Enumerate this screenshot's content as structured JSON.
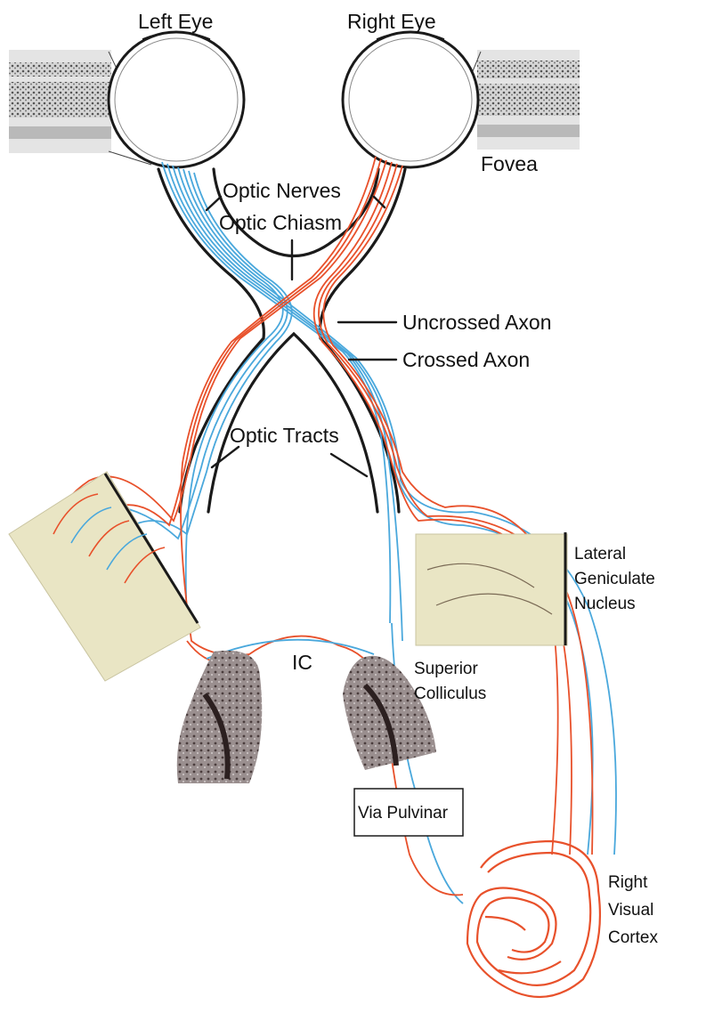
{
  "labels": {
    "left_eye": "Left Eye",
    "right_eye": "Right Eye",
    "fovea": "Fovea",
    "optic_nerves": "Optic Nerves",
    "optic_chiasm": "Optic Chiasm",
    "uncrossed_axon": "Uncrossed Axon",
    "crossed_axon": "Crossed Axon",
    "optic_tracts": "Optic Tracts",
    "lgn_line1": "Lateral",
    "lgn_line2": "Geniculate",
    "lgn_line3": "Nucleus",
    "ic": "IC",
    "sc_line1": "Superior",
    "sc_line2": "Colliculus",
    "via_pulvinar": "Via Pulvinar",
    "cortex_line1": "Right",
    "cortex_line2": "Visual",
    "cortex_line3": "Cortex"
  },
  "colors": {
    "left_eye_axons": "#4aa8dc",
    "right_eye_axons": "#e8512b",
    "outline": "#1a1a1a",
    "histology_tint": "#e9e5c4"
  }
}
